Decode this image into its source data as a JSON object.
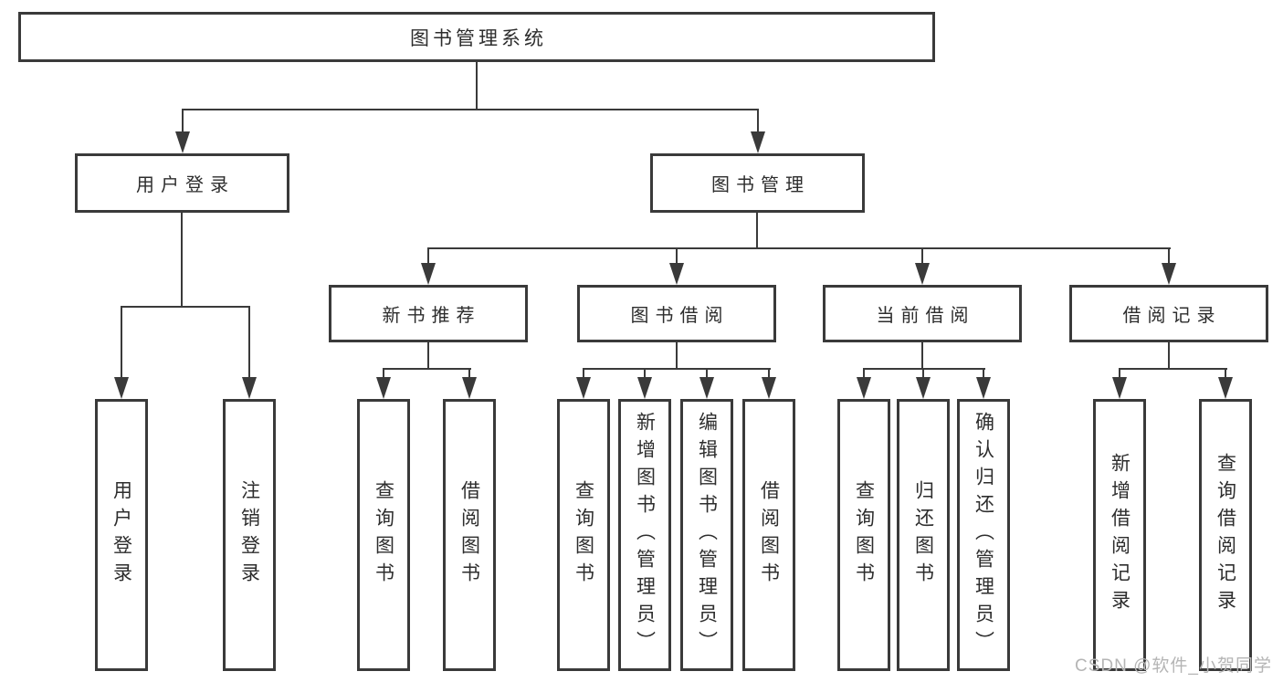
{
  "diagram": {
    "root": "图书管理系统",
    "level2": {
      "user_login": "用户登录",
      "book_management": "图书管理"
    },
    "level3": {
      "new_book_recommendation": "新书推荐",
      "book_borrowing": "图书借阅",
      "current_borrowing": "当前借阅",
      "borrowing_records": "借阅记录"
    },
    "leaves": {
      "user_login": [
        "用户登录",
        "注销登录"
      ],
      "new_book_recommendation": [
        "查询图书",
        "借阅图书"
      ],
      "book_borrowing": [
        "查询图书",
        "新增图书（管理员）",
        "编辑图书（管理员）",
        "借阅图书"
      ],
      "current_borrowing": [
        "查询图书",
        "归还图书",
        "确认归还（管理员）"
      ],
      "borrowing_records": [
        "新增借阅记录",
        "查询借阅记录"
      ]
    }
  },
  "watermark": "CSDN @软件_小贺同学",
  "colors": {
    "line": "#3a3a3a",
    "text": "#2d2d2d",
    "watermark": "#b5b5b5",
    "background": "#ffffff"
  }
}
